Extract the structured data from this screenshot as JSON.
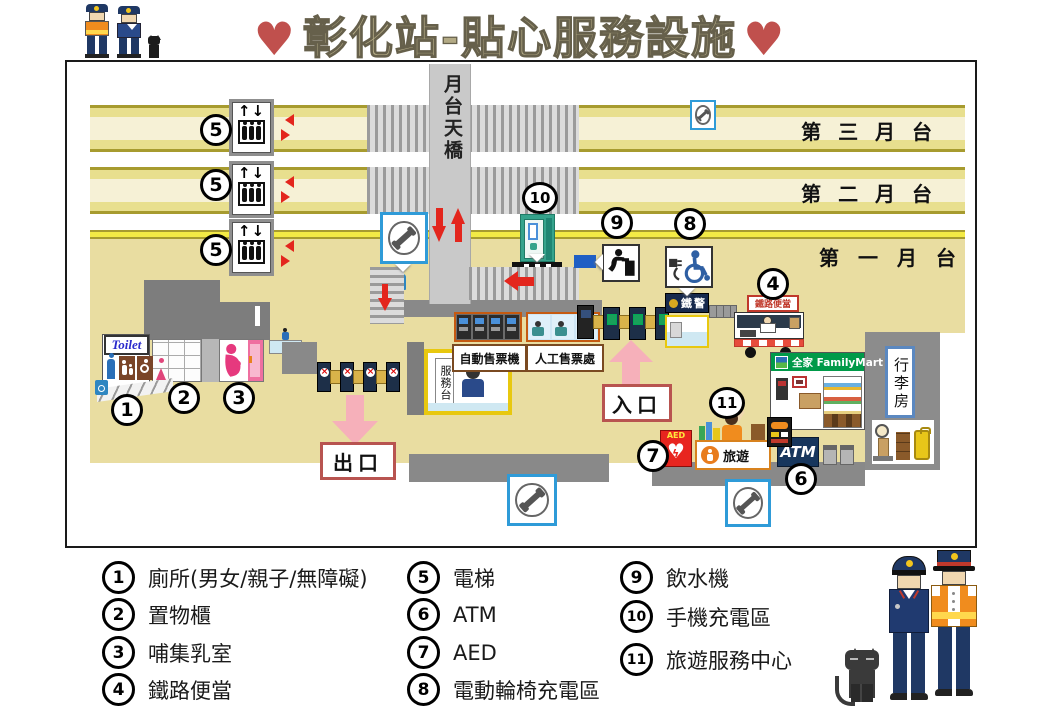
{
  "title": {
    "heart_left": "♥",
    "text": "彰化站-貼心服務設施",
    "heart_right": "♥"
  },
  "platforms": {
    "p3": "第 三 月 台",
    "p2": "第 二 月 台",
    "p1": "第 一 月 台"
  },
  "bridge_label": "月台天橋",
  "icons": {
    "elevator_arrows": "↑↓",
    "gate_x": "×"
  },
  "labels": {
    "toilet": "Toilet",
    "auto_ticket": "自動售票機",
    "manned_ticket": "人工售票處",
    "service_desk": "服務台",
    "exit": "出口",
    "entrance": "入口",
    "police": "鐵警",
    "bento": "鐵路便當",
    "familymart": "全家 FamilyMart",
    "luggage": "行李房",
    "atm": "ATM",
    "aed": "AED",
    "travel": "旅遊"
  },
  "markers": {
    "m1": "1",
    "m2": "2",
    "m3": "3",
    "m4": "4",
    "m5": "5",
    "m6": "6",
    "m7": "7",
    "m8": "8",
    "m9": "9",
    "m10": "10",
    "m11": "11"
  },
  "legend": {
    "col1": [
      {
        "num": "1",
        "label": "廁所(男女/親子/無障礙)"
      },
      {
        "num": "2",
        "label": "置物櫃"
      },
      {
        "num": "3",
        "label": "哺集乳室"
      },
      {
        "num": "4",
        "label": "鐵路便當"
      }
    ],
    "col2": [
      {
        "num": "5",
        "label": "電梯"
      },
      {
        "num": "6",
        "label": "ATM"
      },
      {
        "num": "7",
        "label": "AED"
      },
      {
        "num": "8",
        "label": "電動輪椅充電區"
      }
    ],
    "col3": [
      {
        "num": "9",
        "label": "飲水機"
      },
      {
        "num": "10",
        "label": "手機充電區"
      },
      {
        "num": "11",
        "label": "旅遊服務中心"
      }
    ]
  },
  "colors": {
    "accent_red": "#c0504d",
    "arrow_red": "#e3261d",
    "phone_blue": "#2f9bd8",
    "atm_navy": "#17365d",
    "fam_green": "#009a49"
  }
}
